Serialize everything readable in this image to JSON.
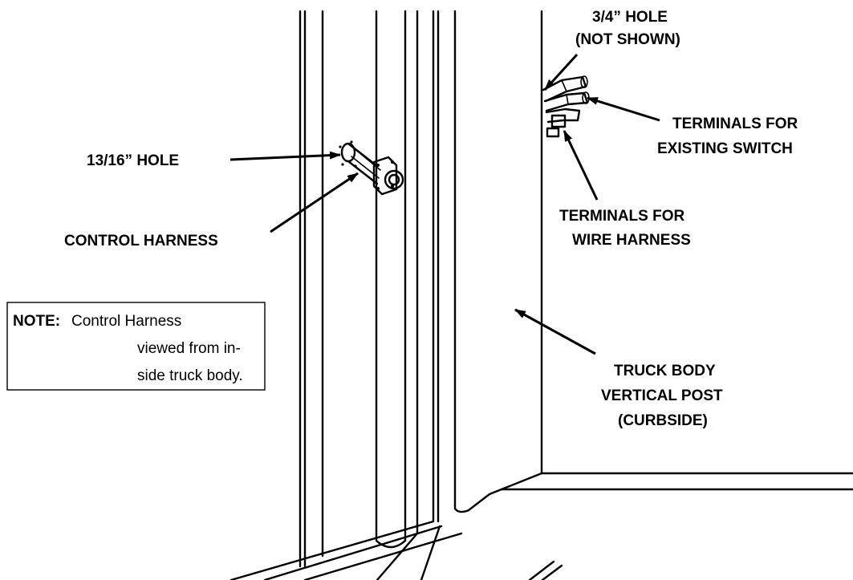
{
  "labels": {
    "hole_13_16": "13/16” HOLE",
    "control_harness": "CONTROL HARNESS",
    "hole_3_4_line1": "3/4” HOLE",
    "hole_3_4_line2": "(NOT SHOWN)",
    "terminals_existing_line1": "TERMINALS FOR",
    "terminals_existing_line2": "EXISTING SWITCH",
    "terminals_wire_line1": "TERMINALS FOR",
    "terminals_wire_line2": "WIRE HARNESS",
    "truck_body_line1": "TRUCK BODY",
    "truck_body_line2": "VERTICAL POST",
    "truck_body_line3": "(CURBSIDE)"
  },
  "note": {
    "heading": "NOTE:",
    "line1": "Control Harness",
    "line2": "viewed from in-",
    "line3": "side truck body."
  }
}
